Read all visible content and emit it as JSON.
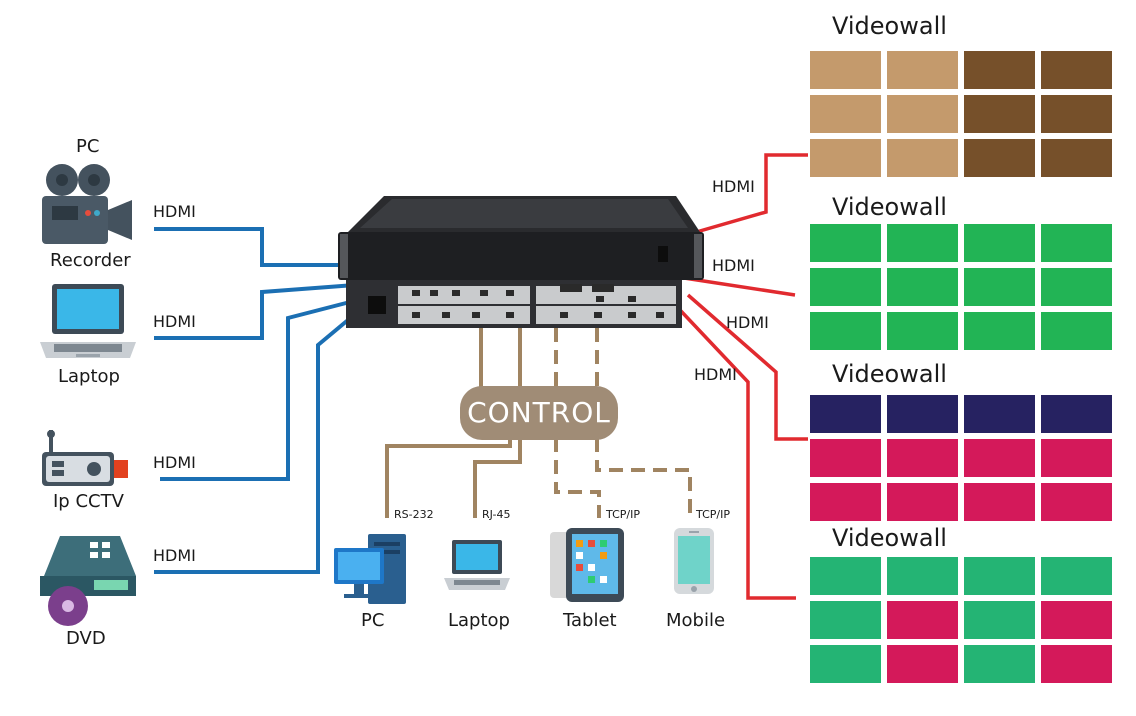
{
  "sources": [
    {
      "title": "PC",
      "subtitle": "Recorder",
      "link": "HDMI",
      "icon": "video-camera-icon"
    },
    {
      "title": "Laptop",
      "link": "HDMI",
      "icon": "laptop-icon"
    },
    {
      "title": "Ip CCTV",
      "link": "HDMI",
      "icon": "ip-camera-icon"
    },
    {
      "title": "DVD",
      "link": "HDMI",
      "icon": "dvd-player-icon"
    }
  ],
  "outputs": {
    "links": [
      "HDMI",
      "HDMI",
      "HDMI",
      "HDMI"
    ]
  },
  "control": {
    "label": "CONTROL"
  },
  "controllers": [
    {
      "label": "PC",
      "protocol": "RS-232",
      "icon": "desktop-pc-icon"
    },
    {
      "label": "Laptop",
      "protocol": "RJ-45",
      "icon": "laptop-icon"
    },
    {
      "label": "Tablet",
      "protocol": "TCP/IP",
      "icon": "tablet-icon"
    },
    {
      "label": "Mobile",
      "protocol": "TCP/IP",
      "icon": "mobile-phone-icon"
    }
  ],
  "videowalls": [
    {
      "title": "Videowall",
      "colors": [
        "#c49a6c",
        "#c49a6c",
        "#76502a",
        "#76502a",
        "#c49a6c",
        "#c49a6c",
        "#76502a",
        "#76502a",
        "#c49a6c",
        "#c49a6c",
        "#76502a",
        "#76502a"
      ]
    },
    {
      "title": "Videowall",
      "colors": [
        "#22b455",
        "#22b455",
        "#22b455",
        "#22b455",
        "#22b455",
        "#22b455",
        "#22b455",
        "#22b455",
        "#22b455",
        "#22b455",
        "#22b455",
        "#22b455"
      ]
    },
    {
      "title": "Videowall",
      "colors": [
        "#262261",
        "#262261",
        "#262261",
        "#262261",
        "#d4195a",
        "#d4195a",
        "#d4195a",
        "#d4195a",
        "#d4195a",
        "#d4195a",
        "#d4195a",
        "#d4195a"
      ]
    },
    {
      "title": "Videowall",
      "colors": [
        "#24b474",
        "#24b474",
        "#24b474",
        "#24b474",
        "#24b474",
        "#d4195a",
        "#24b474",
        "#d4195a",
        "#24b474",
        "#d4195a",
        "#24b474",
        "#d4195a"
      ]
    }
  ],
  "colors": {
    "input_line": "#1b6fb3",
    "output_line": "#e12a2f",
    "control_line": "#a08461",
    "control_bg": "#a08c76"
  }
}
